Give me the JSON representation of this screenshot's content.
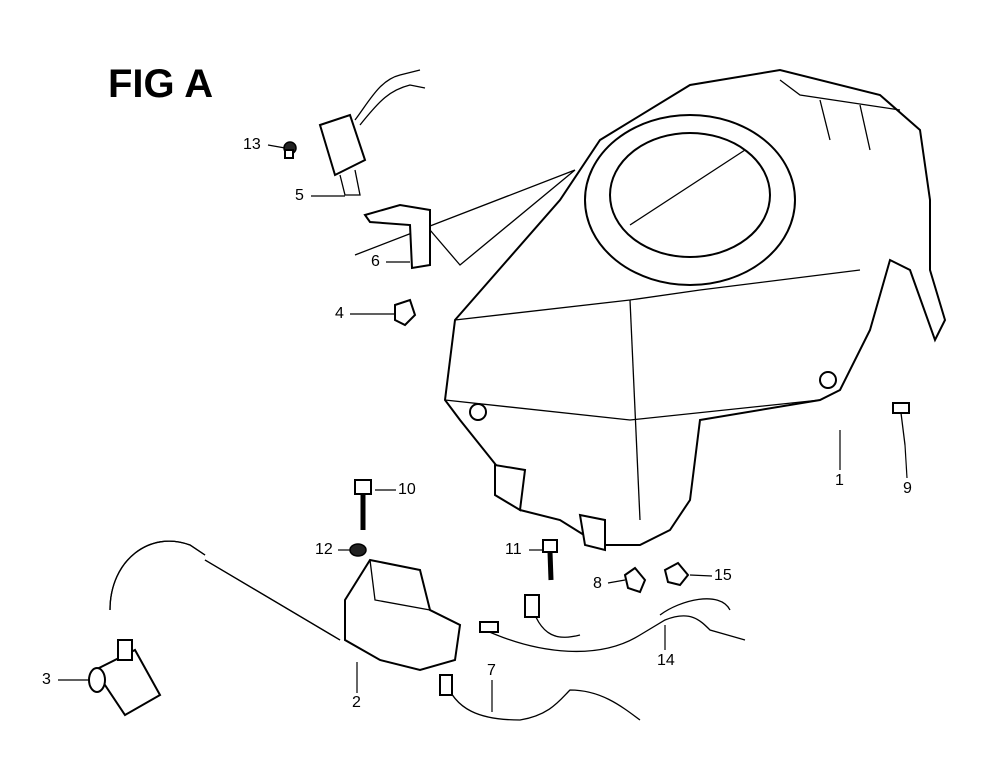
{
  "title": "FIG A",
  "callouts": {
    "p1": "1",
    "p2": "2",
    "p3": "3",
    "p4": "4",
    "p5": "5",
    "p6": "6",
    "p7": "7",
    "p8": "8",
    "p9": "9",
    "p10": "10",
    "p11": "11",
    "p12": "12",
    "p13": "13",
    "p14": "14",
    "p15": "15"
  }
}
